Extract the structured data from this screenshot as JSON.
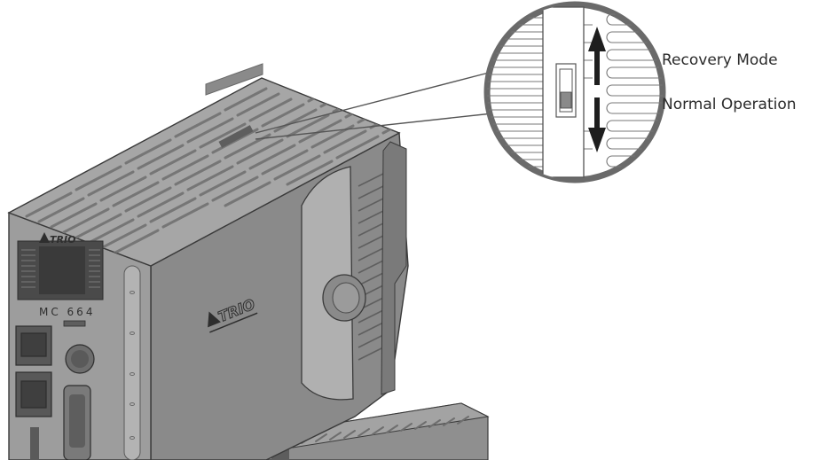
{
  "labels": {
    "recovery_mode": "Recovery Mode",
    "normal_operation": "Normal Operation"
  },
  "device": {
    "brand": "TRIO",
    "model": "MC 664"
  },
  "colors": {
    "body": "#8c8c8c",
    "body_dark": "#6f6f6f",
    "body_light": "#a9a9a9",
    "top_face": "#9a9a9a",
    "outline": "#3a3a3a",
    "arrow": "#1e1e1e"
  }
}
